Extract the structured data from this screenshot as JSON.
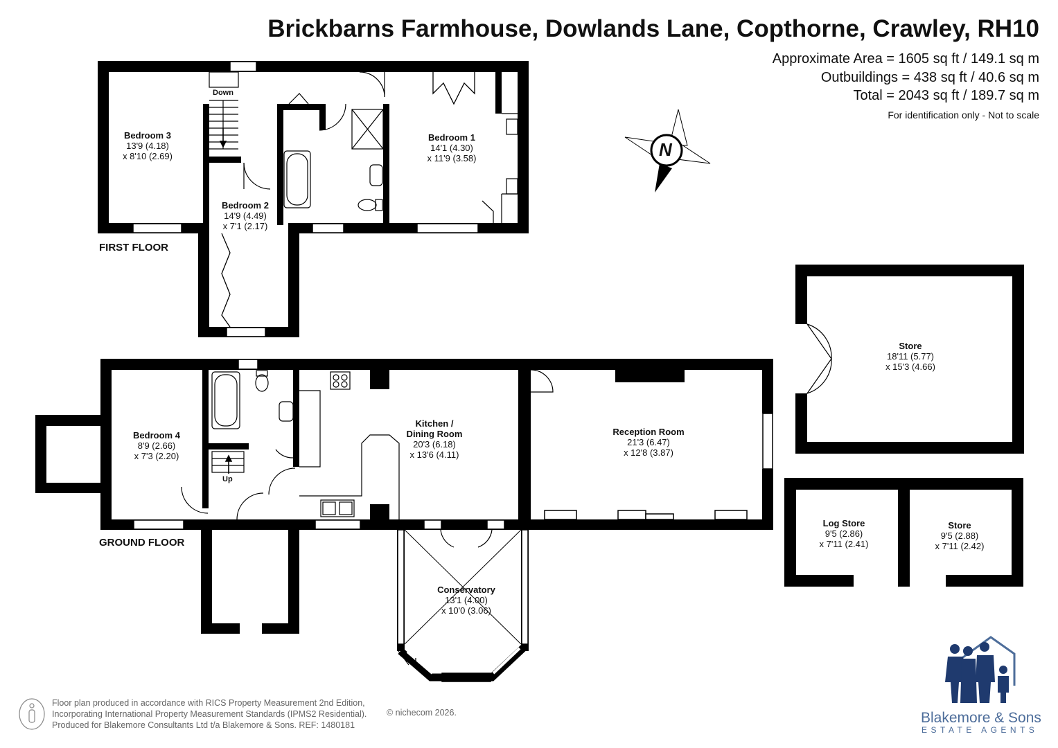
{
  "title": "Brickbarns Farmhouse, Dowlands Lane, Copthorne, Crawley, RH10",
  "areas": {
    "approximate": "Approximate Area = 1605 sq ft / 149.1 sq m",
    "outbuildings": "Outbuildings = 438 sq ft / 40.6 sq m",
    "total": "Total = 2043 sq ft / 189.7 sq m"
  },
  "note": "For identification only - Not to scale",
  "compass_letter": "N",
  "floors": {
    "first": "FIRST FLOOR",
    "ground": "GROUND FLOOR"
  },
  "stairs": {
    "down": "Down",
    "up": "Up"
  },
  "rooms": {
    "bedroom3": {
      "name": "Bedroom 3",
      "dim1": "13'9 (4.18)",
      "dim2": "x 8'10 (2.69)"
    },
    "bedroom2": {
      "name": "Bedroom 2",
      "dim1": "14'9 (4.49)",
      "dim2": "x 7'1 (2.17)"
    },
    "bedroom1": {
      "name": "Bedroom 1",
      "dim1": "14'1 (4.30)",
      "dim2": "x 11'9 (3.58)"
    },
    "bedroom4": {
      "name": "Bedroom 4",
      "dim1": "8'9 (2.66)",
      "dim2": "x 7'3 (2.20)"
    },
    "kitchen": {
      "name1": "Kitchen /",
      "name2": "Dining Room",
      "dim1": "20'3 (6.18)",
      "dim2": "x 13'6 (4.11)"
    },
    "reception": {
      "name": "Reception Room",
      "dim1": "21'3 (6.47)",
      "dim2": "x 12'8 (3.87)"
    },
    "conservatory": {
      "name": "Conservatory",
      "dim1": "13'1 (4.00)",
      "dim2": "x 10'0 (3.06)"
    },
    "store_large": {
      "name": "Store",
      "dim1": "18'11 (5.77)",
      "dim2": "x 15'3 (4.66)"
    },
    "log_store": {
      "name": "Log Store",
      "dim1": "9'5 (2.86)",
      "dim2": "x 7'11 (2.41)"
    },
    "store_small": {
      "name": "Store",
      "dim1": "9'5 (2.88)",
      "dim2": "x 7'11 (2.42)"
    }
  },
  "footer": {
    "line1": "Floor plan produced in accordance with RICS Property Measurement 2nd Edition,",
    "line2": "Incorporating International Property Measurement Standards (IPMS2 Residential).",
    "line3": "Produced for Blakemore Consultants Ltd t/a Blakemore & Sons.  REF:  1480181",
    "copyright": "© nichecom 2026."
  },
  "brand": {
    "name": "Blakemore & Sons",
    "tagline": "ESTATE AGENTS",
    "color": "#4d6d9a",
    "figure_color": "#1f3a6e"
  },
  "colors": {
    "wall": "#000000",
    "text": "#111111"
  }
}
